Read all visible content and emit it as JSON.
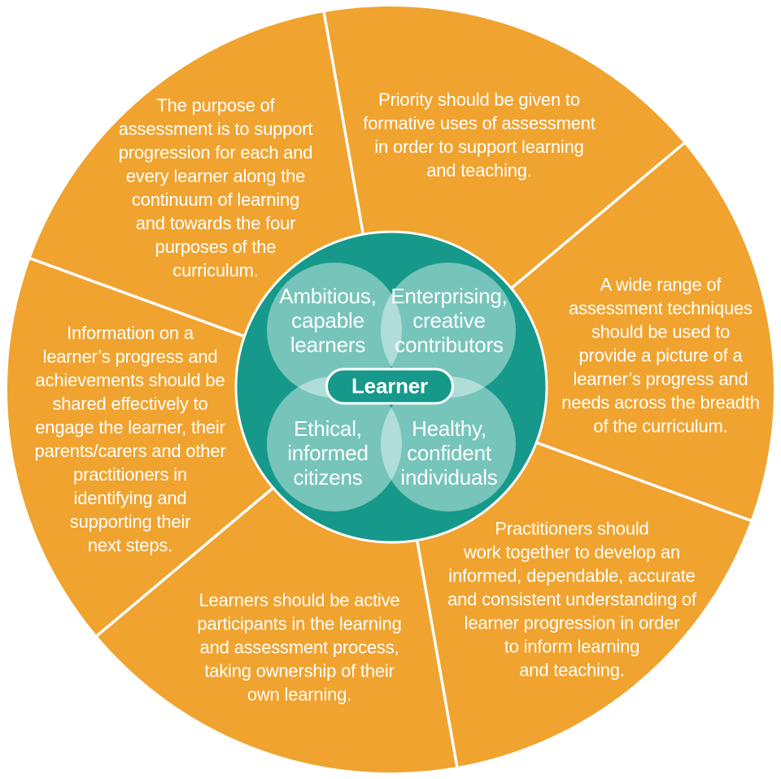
{
  "colors": {
    "orange": "#F0A32E",
    "teal": "#16998A",
    "text": "#FFFFFF"
  },
  "center": {
    "label": "Learner",
    "purposes": [
      {
        "id": "ambitious",
        "text": "Ambitious,\ncapable\nlearners"
      },
      {
        "id": "enterprising",
        "text": "Enterprising,\ncreative\ncontributors"
      },
      {
        "id": "ethical",
        "text": "Ethical,\ninformed\ncitizens"
      },
      {
        "id": "healthy",
        "text": "Healthy,\nconfident\nindividuals"
      }
    ]
  },
  "segments": [
    {
      "id": "purpose",
      "text": "The purpose of\nassessment is to support\nprogression for each and\nevery learner along the\ncontinuum of learning\nand towards the four\npurposes of the\ncurriculum."
    },
    {
      "id": "formative",
      "text": "Priority should be given to\nformative uses of assessment\nin order to support learning\nand teaching."
    },
    {
      "id": "wide-range",
      "text": "A wide range of\nassessment techniques\nshould be used to\nprovide a picture of a\nlearner’s progress and\nneeds across the breadth\nof the curriculum."
    },
    {
      "id": "practitioners",
      "text": "Practitioners should\nwork together to develop an\ninformed, dependable, accurate\nand consistent understanding of\nlearner progression in order\nto inform learning\nand teaching."
    },
    {
      "id": "active-learners",
      "text": "Learners should be active\nparticipants in the learning\nand assessment process,\ntaking ownership of their\nown learning."
    },
    {
      "id": "information",
      "text": "Information on a\nlearner’s progress and\nachievements should be\nshared effectively to\nengage the learner, their\nparents/carers and other\npractitioners in\nidentifying and\nsupporting their\nnext steps."
    }
  ]
}
